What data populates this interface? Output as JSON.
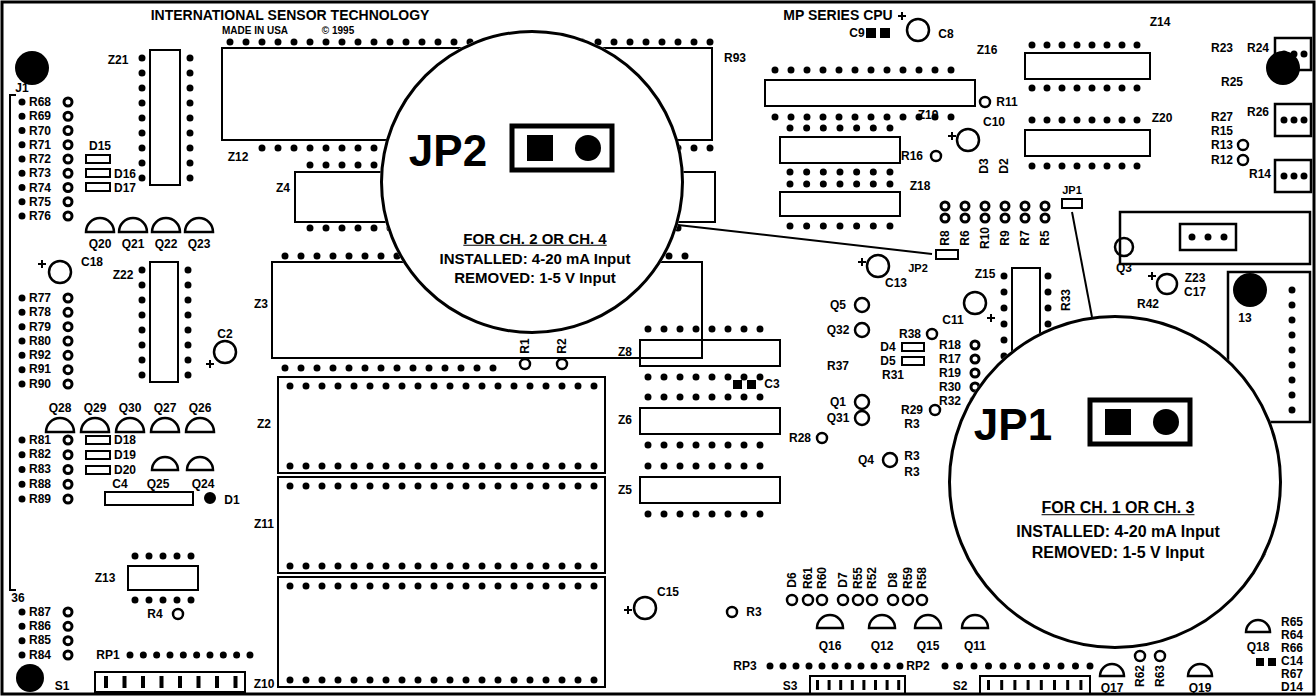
{
  "diagram": {
    "nodes": [
      {
        "text": [
          "JP2",
          "FOR CH. 2 OR CH. 4",
          "INSTALLED: 4-20 mA Input",
          "REMOVED: 1-5 V Input"
        ]
      },
      {
        "text": [
          "JP1",
          "FOR CH. 1 OR CH. 3",
          "INSTALLED: 4-20 mA Input",
          "REMOVED: 1-5 V Input"
        ]
      }
    ],
    "labels": [
      "INTERNATIONAL SENSOR TECHNOLOGY",
      "MADE IN USA",
      "© 1995",
      "MP SERIES CPU",
      "J1",
      "R68",
      "R69",
      "R70",
      "R71",
      "R72",
      "R73",
      "R74",
      "R75",
      "R76",
      "D15",
      "D16",
      "D17",
      "Z21",
      "Z12",
      "Q20",
      "Q21",
      "Q22",
      "Q23",
      "C18",
      "Z22",
      "Z4",
      "R77",
      "R78",
      "R79",
      "R80",
      "R92",
      "R91",
      "R90",
      "Z3",
      "C2",
      "R1",
      "R2",
      "Q28",
      "Q29",
      "Q30",
      "Q27",
      "Q26",
      "R81",
      "R82",
      "R83",
      "R88",
      "R89",
      "D18",
      "D19",
      "D20",
      "Z2",
      "Q25",
      "Q24",
      "C4",
      "D1",
      "Z11",
      "Z13",
      "R87",
      "R86",
      "R85",
      "R84",
      "R4",
      "RP1",
      "36",
      "S1",
      "Z10",
      "R93",
      "C9",
      "C8",
      "Z16",
      "Z14",
      "R11",
      "R23",
      "R25",
      "R24",
      "R26",
      "R27",
      "R15",
      "R13",
      "R12",
      "R14",
      "Z19",
      "C10",
      "Z20",
      "R16",
      "D3",
      "D2",
      "Z18",
      "R8",
      "R6",
      "R10",
      "R9",
      "R7",
      "R5",
      "JP2",
      "JP1",
      "C13",
      "Z15",
      "Q3",
      "R33",
      "Z23",
      "C17",
      "R42",
      "C11",
      "Q5",
      "Q32",
      "R38",
      "D4",
      "D5",
      "R37",
      "R31",
      "R18",
      "R17",
      "R19",
      "R30",
      "R32",
      "Q1",
      "Q31",
      "R29",
      "R3",
      "R28",
      "Q4",
      "R3",
      "R3",
      "Z8",
      "C3",
      "Z6",
      "Z5",
      "C15",
      "R3",
      "RP3",
      "S3",
      "R61",
      "R60",
      "D6",
      "R55",
      "R52",
      "D7",
      "R59",
      "R58",
      "D8",
      "Q16",
      "Q12",
      "Q15",
      "Q11",
      "RP2",
      "S2",
      "R65",
      "R64",
      "R66",
      "C14",
      "R67",
      "D14",
      "Q18",
      "Q17",
      "R62",
      "R63",
      "Q19",
      "13"
    ]
  }
}
